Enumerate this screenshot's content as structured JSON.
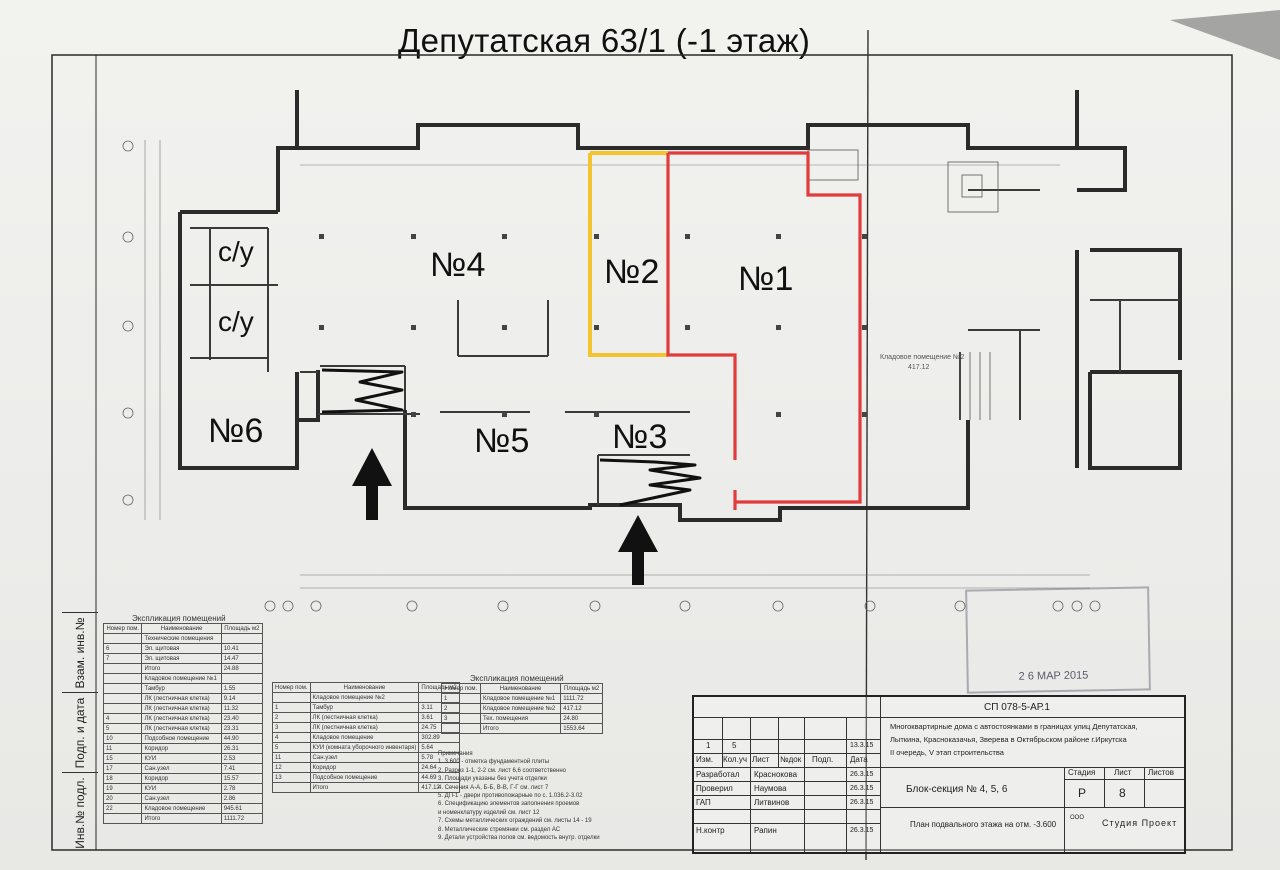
{
  "title": "Депутатская 63/1 (-1 этаж)",
  "rooms": {
    "r1": "№1",
    "r2": "№2",
    "r3": "№3",
    "r4": "№4",
    "r5": "№5",
    "r6": "№6",
    "wc1": "с/у",
    "wc2": "с/у"
  },
  "plan_text": {
    "storage2": "Кладовое помещение №2",
    "area_417": "417.12",
    "storage_note": "Кладовое помещение №2"
  },
  "side_strip": [
    "Взам. инв.№",
    "Подп. и дата",
    "Инв.№ подл."
  ],
  "table1": {
    "title": "Экспликация помещений",
    "headers": [
      "Номер пом.",
      "Наименование",
      "Площадь м2"
    ],
    "rows": [
      [
        "",
        "Технические помещения",
        ""
      ],
      [
        "6",
        "Эл. щитовая",
        "10.41"
      ],
      [
        "7",
        "Эл. щитовая",
        "14.47"
      ],
      [
        "",
        "Итого",
        "24.88"
      ],
      [
        "",
        "Кладовое помещение №1",
        ""
      ],
      [
        "",
        "Тамбур",
        "1.55"
      ],
      [
        "",
        "ЛК (лестничная клетка)",
        "9.14"
      ],
      [
        "",
        "ЛК (лестничная клетка)",
        "11.32"
      ],
      [
        "4",
        "ЛК (лестничная клетка)",
        "23.40"
      ],
      [
        "5",
        "ЛК (лестничная клетка)",
        "23.31"
      ],
      [
        "10",
        "Подсобное помещение",
        "44.90"
      ],
      [
        "11",
        "Коридор",
        "26.31"
      ],
      [
        "15",
        "КУИ",
        "2.53"
      ],
      [
        "17",
        "Сан.узел",
        "7.41"
      ],
      [
        "18",
        "Коридор",
        "15.57"
      ],
      [
        "19",
        "КУИ",
        "2.78"
      ],
      [
        "20",
        "Сан.узел",
        "2.86"
      ],
      [
        "22",
        "Кладовое помещение",
        "945.61"
      ],
      [
        "",
        "Итого",
        "1111.72"
      ]
    ]
  },
  "table2": {
    "headers": [
      "Номер пом.",
      "Наименование",
      "Площадь м2"
    ],
    "rows": [
      [
        "",
        "Кладовое помещение №2",
        ""
      ],
      [
        "1",
        "Тамбур",
        "3.11"
      ],
      [
        "2",
        "ЛК (лестничная клетка)",
        "3.61"
      ],
      [
        "3",
        "ЛК (лестничная клетка)",
        "24.75"
      ],
      [
        "4",
        "Кладовое помещение",
        "302.89"
      ],
      [
        "5",
        "КУИ (комната уборочного инвентаря)",
        "5.64"
      ],
      [
        "11",
        "Сан.узел",
        "5.78"
      ],
      [
        "12",
        "Коридор",
        "24.64"
      ],
      [
        "13",
        "Подсобное помещение",
        "44.69"
      ],
      [
        "",
        "Итого",
        "417.12"
      ]
    ]
  },
  "table3": {
    "title": "Экспликация помещений",
    "headers": [
      "Номер пом.",
      "Наименование",
      "Площадь м2"
    ],
    "rows": [
      [
        "1",
        "Кладовое помещение №1",
        "1111.72"
      ],
      [
        "2",
        "Кладовое помещение №2",
        "417.12"
      ],
      [
        "3",
        "Тех. помещения",
        "24.80"
      ],
      [
        "",
        "Итого",
        "1553.64"
      ]
    ]
  },
  "notes": [
    "Примечания",
    "1. 3.600 - отметка фундаментной плиты",
    "2. Разрез 1-1, 2-2 см. лист 6,6 соответственно",
    "3. Площади указаны без учета отделки",
    "4. Сечения А-А, Б-Б, В-В, Г-Г см. лист 7",
    "5. ДП-1 - двери противопожарные по с. 1.036.2-3.02",
    "6. Спецификацию элементов заполнения проемов",
    "   и номенклатуру изделий см. лист 12",
    "7. Схемы металлических ограждений см. листы 14 - 19",
    "8. Металлические стремянки см. раздел АС",
    "9. Детали устройства полов см. ведомость внутр. отделки"
  ],
  "title_block": {
    "code": "СП 078-5-АР.1",
    "project": "Многоквартирные дома с автостоянками в границах улиц Депутатская, Лыткина, Красноказачья, Зверева в Октябрьском районе г.Иркутска II очередь, V этап строительства",
    "project_l1": "Многоквартирные дома с автостоянками в границах улиц Депутатская,",
    "project_l2": "Лыткина, Красноказачья, Зверева в Октябрьском районе г.Иркутска",
    "project_l3": "II очередь, V этап строительства",
    "block": "Блок-секция № 4, 5, 6",
    "sheet_title": "План подвального этажа на отм. -3.600",
    "col_izm": "Изм.",
    "col_koluch": "Кол.уч",
    "col_list": "Лист",
    "col_ndok": "№док",
    "col_podp": "Подп.",
    "col_data": "Дата",
    "rev_num": "1",
    "rev_count": "5",
    "rev_date": "13.3.15",
    "roles": [
      {
        "role": "Разработал",
        "name": "Краснокова",
        "date": "26.3.15"
      },
      {
        "role": "Проверил",
        "name": "Наумова",
        "date": "26.3.15"
      },
      {
        "role": "ГАП",
        "name": "Литвинов",
        "date": "26.3.15"
      },
      {
        "role": "",
        "name": "",
        "date": ""
      },
      {
        "role": "Н.контр",
        "name": "Рапин",
        "date": "26.3.15"
      }
    ],
    "stage_label": "Стадия",
    "sheet_label": "Лист",
    "sheets_label": "Листов",
    "stage": "Р",
    "sheet": "8",
    "org_prefix": "ООО",
    "org_name": "Студия Проект"
  },
  "stamp": {
    "date": "2 6 МАР 2015"
  }
}
